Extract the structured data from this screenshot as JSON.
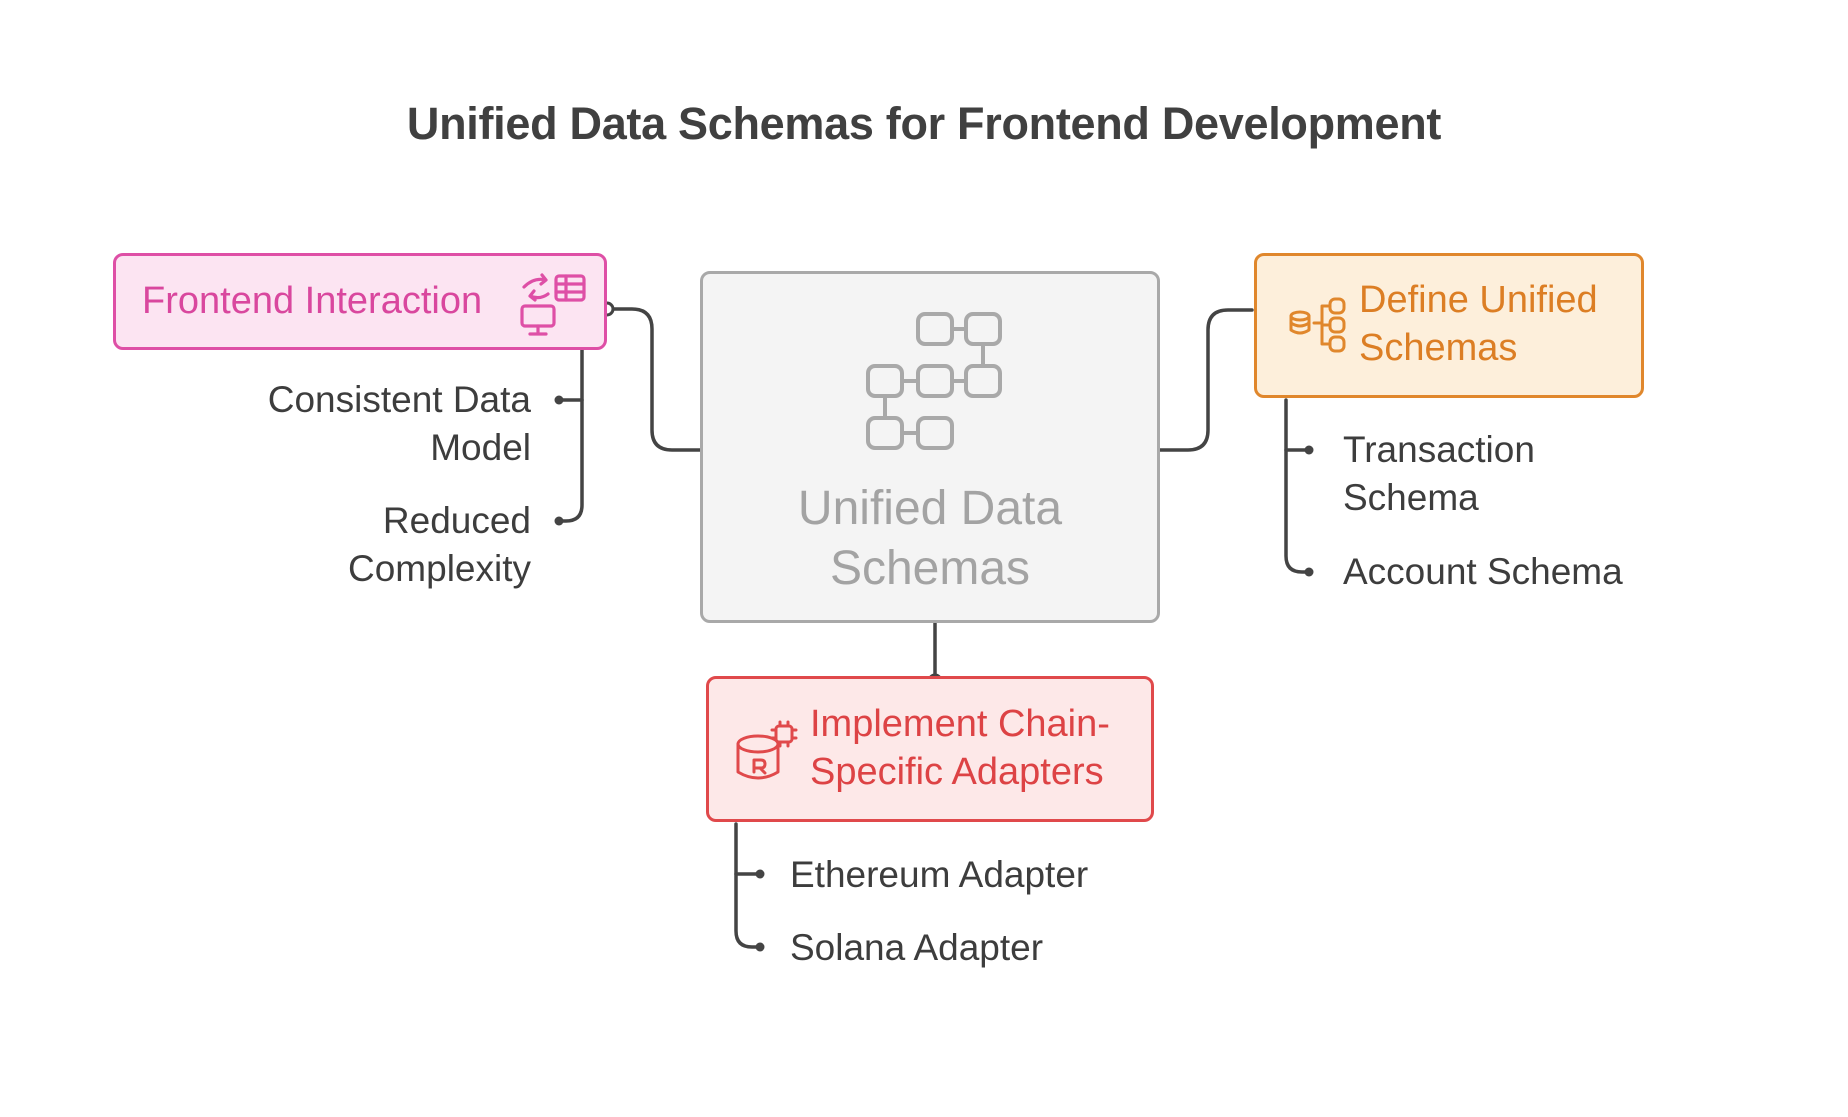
{
  "title": "Unified Data Schemas for Frontend Development",
  "center": {
    "label_line1": "Unified Data",
    "label_line2": "Schemas",
    "icon": "flowchart-blocks-icon",
    "color": "#a9a9a9"
  },
  "frontend": {
    "label": "Frontend Interaction",
    "icon": "monitor-table-sync-icon",
    "color": "#de4fa6",
    "items": [
      "Consistent Data Model",
      "Reduced Complexity"
    ]
  },
  "define": {
    "label_line1": "Define Unified",
    "label_line2": "Schemas",
    "icon": "database-schema-icon",
    "color": "#e0872c",
    "items": [
      "Transaction Schema",
      "Account Schema"
    ]
  },
  "implement": {
    "label_line1": "Implement Chain-",
    "label_line2": "Specific Adapters",
    "icon": "database-chip-icon",
    "color": "#e0494b",
    "items": [
      "Ethereum Adapter",
      "Solana Adapter"
    ]
  }
}
